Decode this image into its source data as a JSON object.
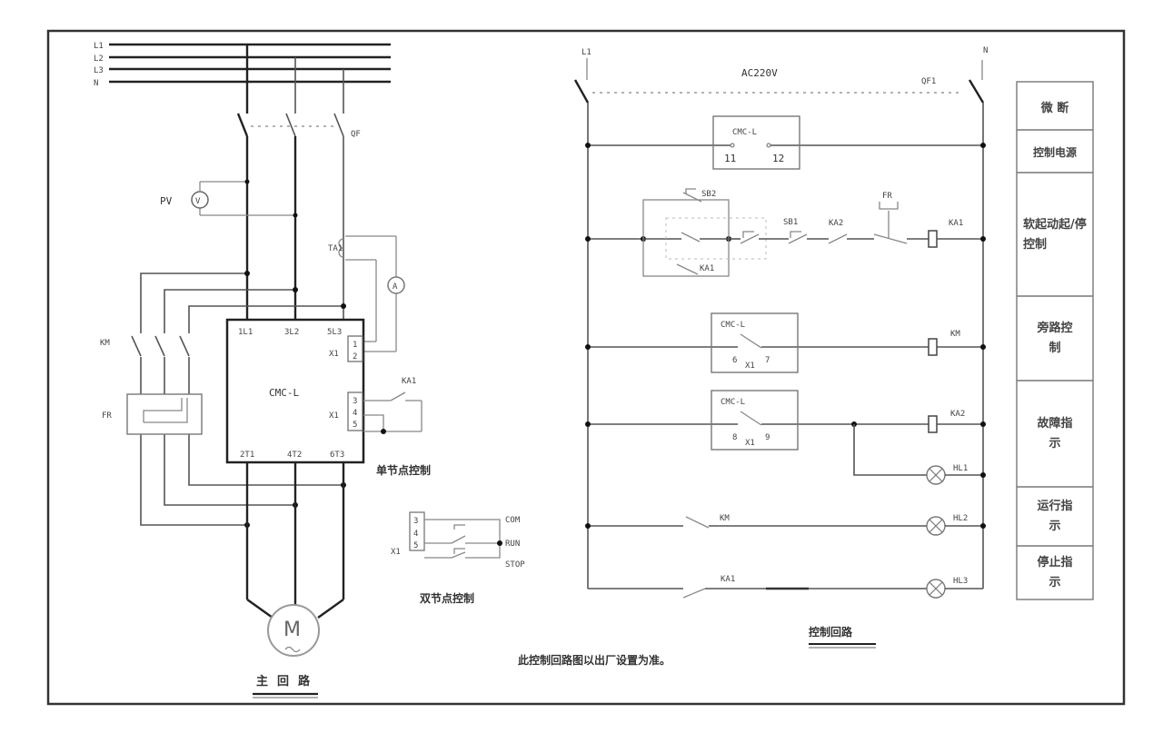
{
  "main_circuit": {
    "bus_labels": [
      "L1",
      "L2",
      "L3",
      "N"
    ],
    "breaker": "QF",
    "voltmeter_label": "PV",
    "voltmeter_symbol": "V",
    "ct_label": "TA1",
    "ammeter_symbol": "A",
    "contactor": "KM",
    "thermal_relay": "FR",
    "soft_starter": {
      "name": "CMC-L",
      "terminals_in": [
        "1L1",
        "3L2",
        "5L3"
      ],
      "terminals_out": [
        "2T1",
        "4T2",
        "6T3"
      ],
      "x1_top": {
        "label": "X1",
        "pins": [
          "1",
          "2"
        ]
      },
      "x1_mid": {
        "label": "X1",
        "pins": [
          "3",
          "4",
          "5"
        ]
      }
    },
    "ka1_label": "KA1",
    "single_contact_label": "单节点控制",
    "double_contact": {
      "label": "双节点控制",
      "x1_label": "X1",
      "pins": [
        "3",
        "4",
        "5"
      ],
      "signals": [
        "COM",
        "RUN",
        "STOP"
      ]
    },
    "motor_symbol": "M",
    "title": "主回路"
  },
  "control_circuit": {
    "supply_left": "L1",
    "supply_right": "N",
    "supply_voltage": "AC220V",
    "breaker": "QF1",
    "rows": [
      {
        "device": "CMC-L",
        "pins": [
          "11",
          "12"
        ]
      },
      {
        "sb_start": "SB2",
        "sb_stop": "SB1",
        "ka1_hold": "KA1",
        "ka2": "KA2",
        "fr": "FR",
        "coil": "KA1"
      },
      {
        "device": "CMC-L",
        "x": "X1",
        "pins": [
          "6",
          "7"
        ],
        "coil": "KM"
      },
      {
        "device": "CMC-L",
        "x": "X1",
        "pins": [
          "8",
          "9"
        ],
        "coil": "KA2"
      },
      {
        "lamp": "HL1"
      },
      {
        "contact": "KM",
        "lamp": "HL2"
      },
      {
        "contact": "KA1",
        "lamp": "HL3"
      }
    ],
    "title": "控制回路",
    "note": "此控制回路图以出厂设置为准。"
  },
  "legend_table": [
    "微 断",
    "控制电源",
    "软起动起/停控制",
    "旁路控制",
    "故障指示",
    "运行指示",
    "停止指示"
  ]
}
